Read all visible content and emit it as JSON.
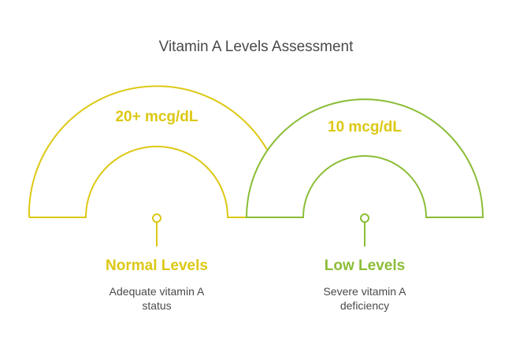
{
  "title": "Vitamin A Levels Assessment",
  "colors": {
    "normal": "#dcc814",
    "low": "#8bbd37",
    "text": "#4a4a4a"
  },
  "items": [
    {
      "value": "20+ mcg/dL",
      "label": "Normal Levels",
      "description_line1": "Adequate vitamin A",
      "description_line2": "status"
    },
    {
      "value": "10 mcg/dL",
      "label": "Low Levels",
      "description_line1": "Severe vitamin A",
      "description_line2": "deficiency"
    }
  ]
}
